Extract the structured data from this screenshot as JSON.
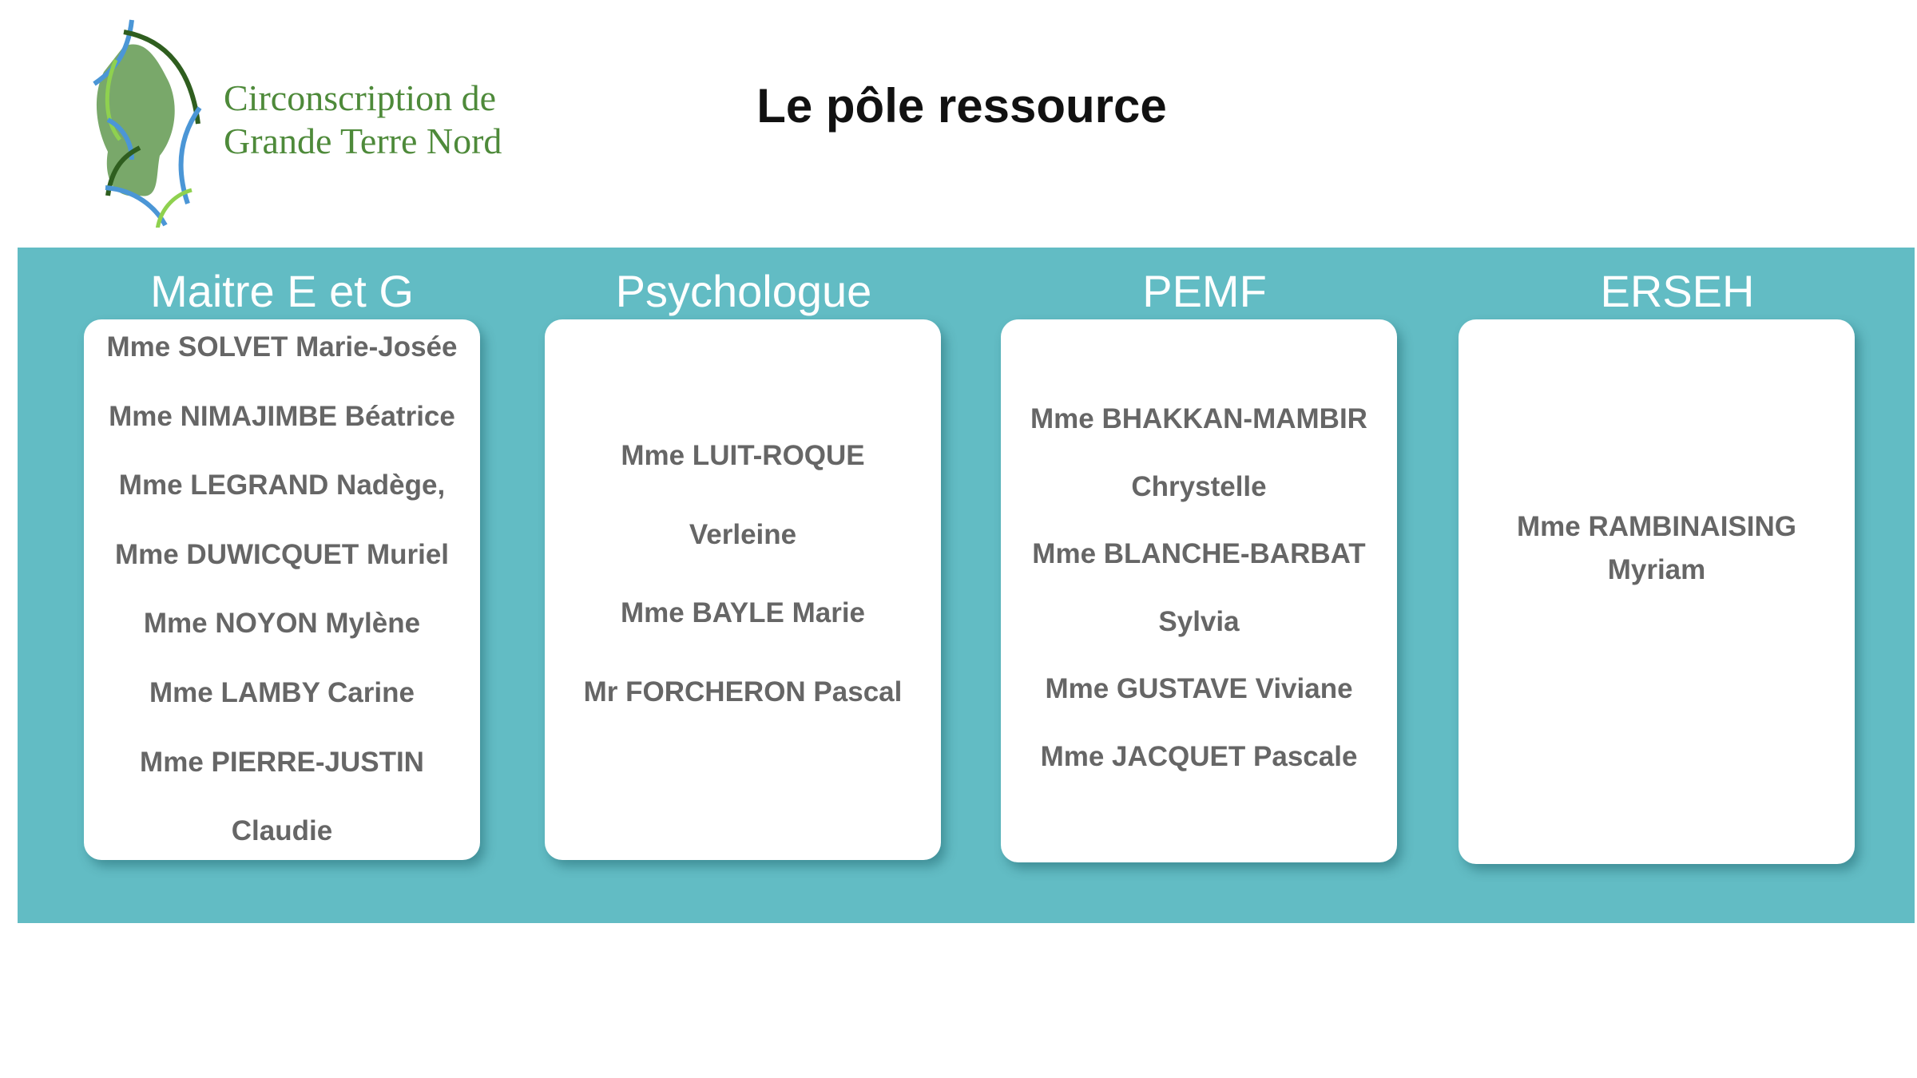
{
  "logo": {
    "line1": "Circonscription de",
    "line2": "Grande Terre Nord"
  },
  "title": "Le pôle ressource",
  "columns": [
    {
      "heading": "Maitre E et G",
      "names": [
        "Mme SOLVET Marie-Josée",
        "Mme NIMAJIMBE Béatrice",
        "Mme LEGRAND Nadège,",
        "Mme DUWICQUET Muriel",
        "Mme NOYON Mylène",
        "Mme LAMBY Carine",
        "Mme PIERRE-JUSTIN",
        "Claudie"
      ]
    },
    {
      "heading": "Psychologue",
      "names": [
        "Mme LUIT-ROQUE",
        "Verleine",
        "Mme BAYLE Marie",
        "Mr FORCHERON Pascal"
      ]
    },
    {
      "heading": "PEMF",
      "names": [
        "Mme BHAKKAN-MAMBIR",
        "Chrystelle",
        "Mme BLANCHE-BARBAT",
        "Sylvia",
        "Mme GUSTAVE Viviane",
        "Mme JACQUET Pascale"
      ]
    },
    {
      "heading": "ERSEH",
      "names": [
        "Mme RAMBINAISING",
        "Myriam"
      ]
    }
  ],
  "colors": {
    "band": "#62bcc4",
    "name_text": "#666666",
    "logo_green": "#4e8a3a"
  }
}
